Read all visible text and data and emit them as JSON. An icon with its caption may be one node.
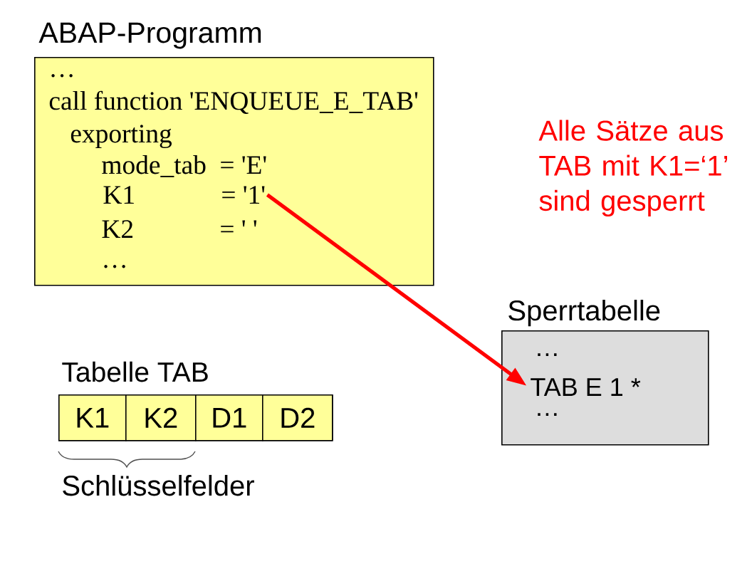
{
  "diagram": {
    "nodes": [
      {
        "text": [
          "ABAP-Programm",
          "…",
          "call function 'ENQUEUE_E_TAB'",
          "exporting",
          "mode_tab",
          "= 'E'",
          "K2",
          "= ' '",
          "…"
        ]
      },
      {
        "text": [
          "K1",
          "= '1'"
        ],
        "in": 0
      },
      {
        "text": [
          "Sperrtabelle",
          "…",
          "…"
        ]
      },
      {
        "text": [
          "TAB E 1 *"
        ],
        "in": 2
      },
      {
        "text": [
          "Tabelle TAB"
        ]
      },
      {
        "text": [
          "K1"
        ],
        "in": 4
      },
      {
        "text": [
          "K2"
        ],
        "in": 4
      },
      {
        "text": [
          "D1"
        ],
        "in": 4
      },
      {
        "text": [
          "D2"
        ],
        "in": 4
      }
    ],
    "edges": [
      {
        "from": 1,
        "to": 3,
        "arrow": "to",
        "color": "#ff0000"
      }
    ],
    "labels": [
      "Alle Sätze aus TAB mit K1=‘1’ sind gesperrt",
      "Schlüsselfelder"
    ]
  }
}
